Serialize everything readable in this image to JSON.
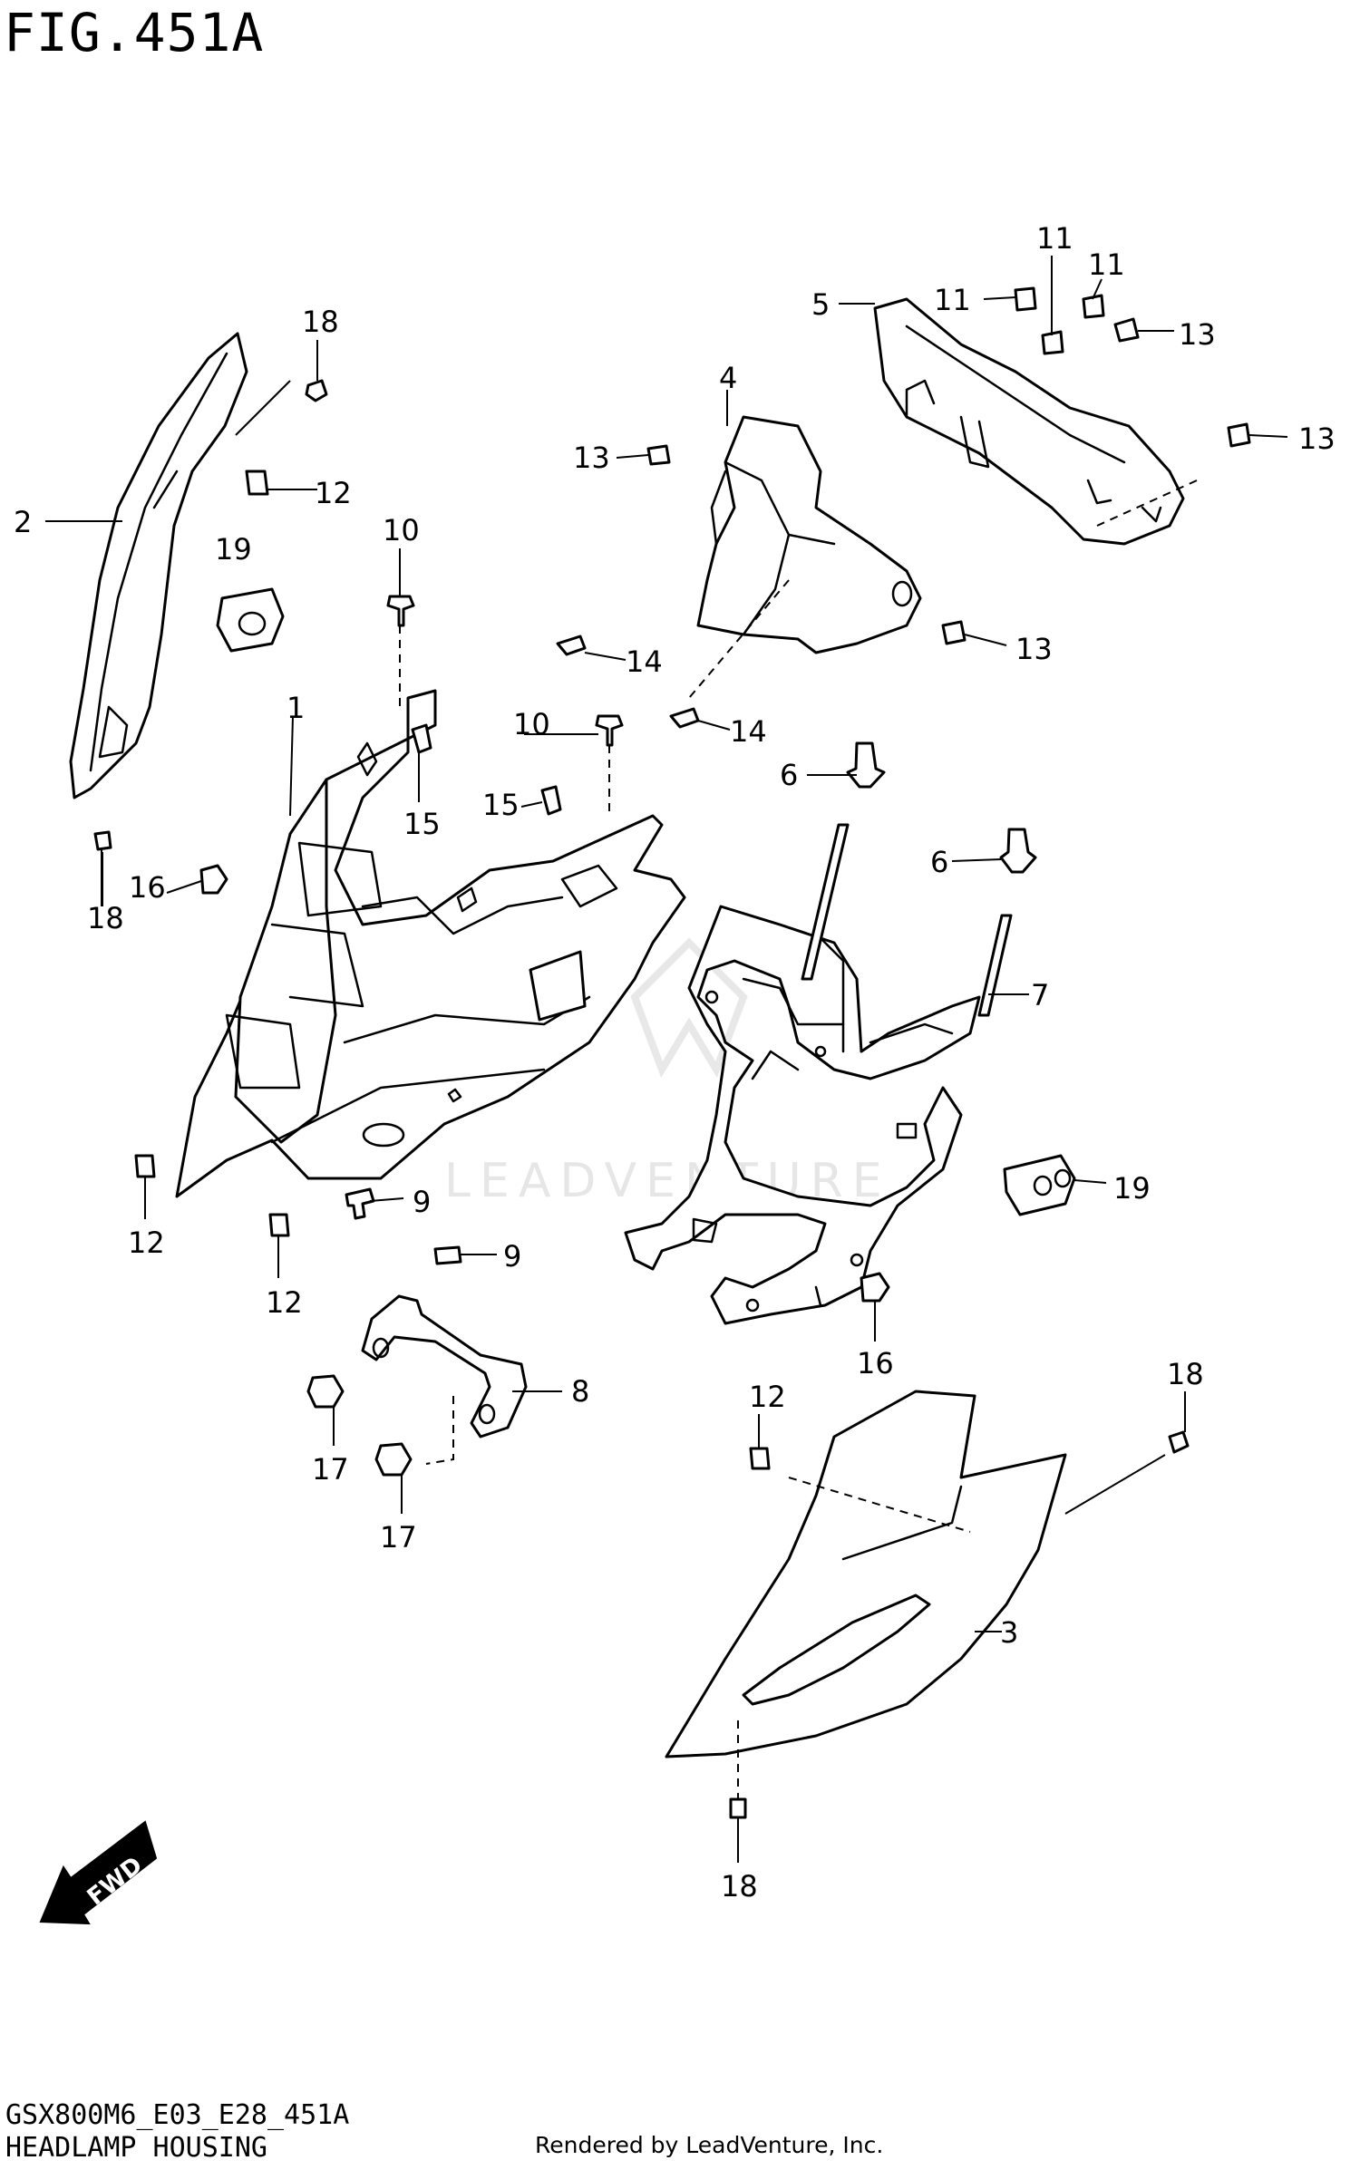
{
  "figure_label": "FIG.451A",
  "diagram_code": "GSX800M6_E03_E28_451A",
  "caption": "HEADLAMP HOUSING",
  "credit": "Rendered by LeadVenture, Inc.",
  "watermark": "LEADVENTURE",
  "fwd_label": "FWD",
  "callouts": {
    "c1": "1",
    "c2": "2",
    "c3": "3",
    "c4": "4",
    "c5": "5",
    "c6a": "6",
    "c6b": "6",
    "c7": "7",
    "c8": "8",
    "c9a": "9",
    "c9b": "9",
    "c10a": "10",
    "c10b": "10",
    "c11a": "11",
    "c11b": "11",
    "c11c": "11",
    "c12a": "12",
    "c12b": "12",
    "c12c": "12",
    "c12d": "12",
    "c13a": "13",
    "c13b": "13",
    "c13c": "13",
    "c13d": "13",
    "c14a": "14",
    "c14b": "14",
    "c15a": "15",
    "c15b": "15",
    "c16a": "16",
    "c16b": "16",
    "c17a": "17",
    "c17b": "17",
    "c18a": "18",
    "c18b": "18",
    "c18c": "18",
    "c18d": "18",
    "c19a": "19",
    "c19b": "19"
  }
}
